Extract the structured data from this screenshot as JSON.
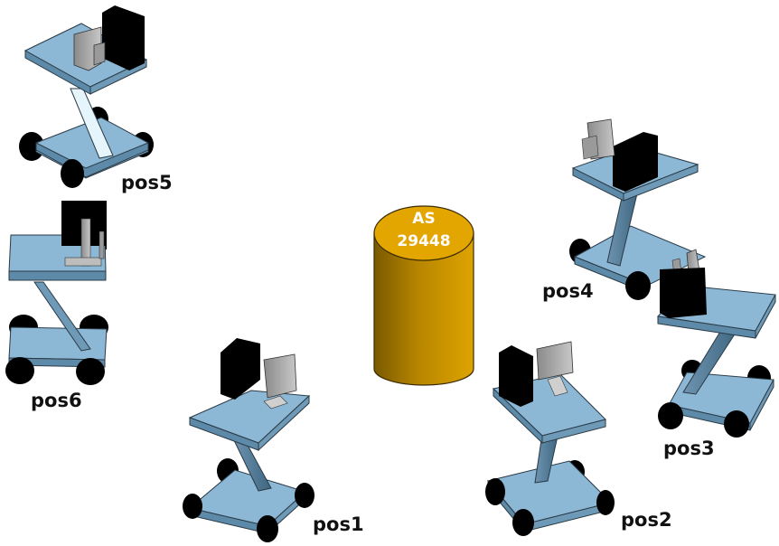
{
  "diagram": {
    "title": "",
    "server": {
      "label_line1": "AS",
      "label_line2": "29448",
      "shape": "cylinder",
      "colors": {
        "top": "#e3a500",
        "body_dark": "#7a5a00",
        "body_light": "#d99e00",
        "outline": "#3a2c00"
      }
    },
    "carts": [
      {
        "id": "pos1",
        "label": "pos1"
      },
      {
        "id": "pos2",
        "label": "pos2"
      },
      {
        "id": "pos3",
        "label": "pos3"
      },
      {
        "id": "pos4",
        "label": "pos4"
      },
      {
        "id": "pos5",
        "label": "pos5"
      },
      {
        "id": "pos6",
        "label": "pos6"
      }
    ],
    "cart_components": [
      "tabletop",
      "monitor",
      "pc-tower",
      "z-column",
      "base-platform",
      "wheels"
    ],
    "colors": {
      "cart_top": "#8cb8d6",
      "cart_edge": "#5d8aa8",
      "column": "#5f86a3",
      "wheel": "#000000",
      "tower": "#000000",
      "monitor": "#a9a9a9"
    }
  }
}
